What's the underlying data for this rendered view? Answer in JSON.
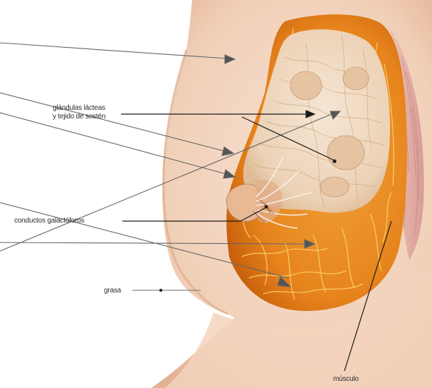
{
  "labels": {
    "glandulas_line1": "glándulas lácteas",
    "glandulas_line2": "y tejido de sostén",
    "conductos": "conductos galactóforos",
    "grasa": "grasa",
    "musculo": "músculo"
  },
  "colors": {
    "skin": "#f3d6c2",
    "skin_shadow": "#e9b99a",
    "fat_orange": "#e8861f",
    "fat_dark": "#c9620e",
    "gland_tissue": "#f2dcc4",
    "muscle": "#d9a3a3",
    "pointer_lines": "#555555"
  }
}
